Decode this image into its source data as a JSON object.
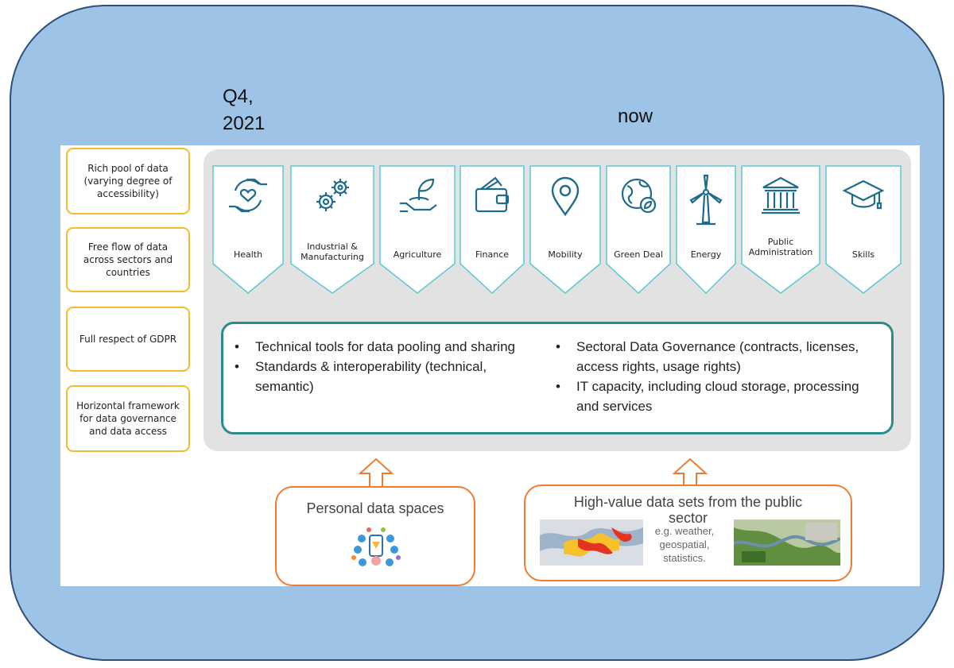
{
  "labels": {
    "q4_line1": "Q4,",
    "q4_line2": "2021",
    "now": "now"
  },
  "left_boxes": [
    "Rich pool of data (varying degree of accessibility)",
    "Free flow of data across sectors and countries",
    "Full respect of GDPR",
    "Horizontal framework for data governance and data access"
  ],
  "sectors": [
    {
      "label": "Health",
      "icon": "hand-heart-icon"
    },
    {
      "label": "Industrial & Manufacturing",
      "icon": "gears-icon"
    },
    {
      "label": "Agriculture",
      "icon": "plant-hand-icon"
    },
    {
      "label": "Finance",
      "icon": "wallet-icon"
    },
    {
      "label": "Mobility",
      "icon": "location-pin-icon"
    },
    {
      "label": "Green Deal",
      "icon": "globe-leaf-icon"
    },
    {
      "label": "Energy",
      "icon": "wind-turbine-icon"
    },
    {
      "label": "Public Administration",
      "icon": "public-building-icon"
    },
    {
      "label": "Skills",
      "icon": "graduation-cap-icon"
    }
  ],
  "bullets_left": [
    "Technical tools for data pooling and sharing",
    "Standards & interoperability (technical, semantic)"
  ],
  "bullets_right": [
    "Sectoral Data Governance (contracts, licenses, access rights, usage rights)",
    "IT capacity, including cloud storage, processing and services"
  ],
  "personal": {
    "title": "Personal data spaces",
    "icon": "personal-data-network-icon"
  },
  "highvalue": {
    "title_line1": "High-value data sets from the public",
    "title_line2": "sector",
    "example_line1": "e.g. weather,",
    "example_line2": "geospatial,",
    "example_line3": "statistics."
  },
  "colors": {
    "frame_fill": "#9dc3e6",
    "left_box_border": "#f5bd2b",
    "sector_border": "#5bc8d6",
    "teal_border": "#2e8b8b",
    "orange_border": "#ed7d31",
    "icon_color": "#1e6b8a"
  }
}
